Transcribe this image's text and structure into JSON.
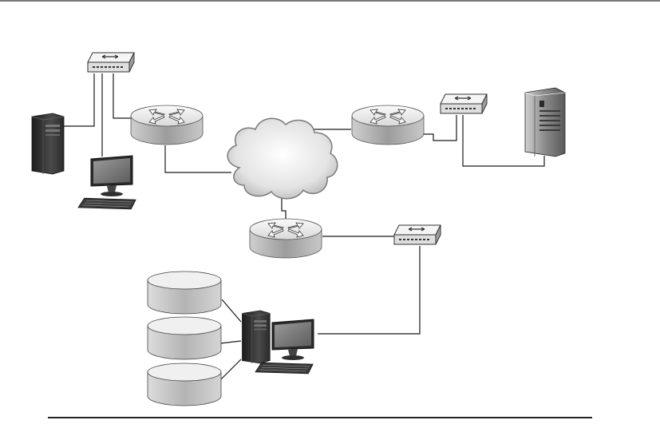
{
  "diagram": {
    "theme": {
      "line": "#1a1a1a",
      "rule": "#7a7a7a",
      "device_light": "#f2f2f2",
      "device_mid": "#bdbdbd",
      "device_dark": "#3a3a3a",
      "cloud": "#d6d6d6",
      "screen": "#6f6f6f"
    },
    "nodes": [
      {
        "id": "cloud",
        "icon": "cloud-icon"
      },
      {
        "id": "router-a",
        "icon": "router-icon"
      },
      {
        "id": "router-b",
        "icon": "router-icon"
      },
      {
        "id": "router-c",
        "icon": "router-icon"
      },
      {
        "id": "switch-a",
        "icon": "switch-icon"
      },
      {
        "id": "switch-b",
        "icon": "switch-icon"
      },
      {
        "id": "switch-c",
        "icon": "switch-icon"
      },
      {
        "id": "pc-tower-a",
        "icon": "tower-pc-icon"
      },
      {
        "id": "monitor-a",
        "icon": "monitor-icon"
      },
      {
        "id": "keyboard-a",
        "icon": "keyboard-icon"
      },
      {
        "id": "server-b",
        "icon": "server-icon"
      },
      {
        "id": "pc-tower-c",
        "icon": "tower-pc-icon"
      },
      {
        "id": "monitor-c",
        "icon": "monitor-icon"
      },
      {
        "id": "keyboard-c",
        "icon": "keyboard-icon"
      },
      {
        "id": "disk-1",
        "icon": "disk-icon"
      },
      {
        "id": "disk-2",
        "icon": "disk-icon"
      },
      {
        "id": "disk-3",
        "icon": "disk-icon"
      }
    ],
    "links": [
      [
        "switch-a",
        "pc-tower-a"
      ],
      [
        "switch-a",
        "monitor-a"
      ],
      [
        "switch-a",
        "router-a"
      ],
      [
        "router-a",
        "cloud"
      ],
      [
        "cloud",
        "router-b"
      ],
      [
        "router-b",
        "switch-b"
      ],
      [
        "switch-b",
        "server-b"
      ],
      [
        "cloud",
        "router-c"
      ],
      [
        "router-c",
        "switch-c"
      ],
      [
        "switch-c",
        "pc-tower-c"
      ],
      [
        "pc-tower-c",
        "disk-1"
      ],
      [
        "pc-tower-c",
        "disk-2"
      ],
      [
        "pc-tower-c",
        "disk-3"
      ]
    ]
  }
}
